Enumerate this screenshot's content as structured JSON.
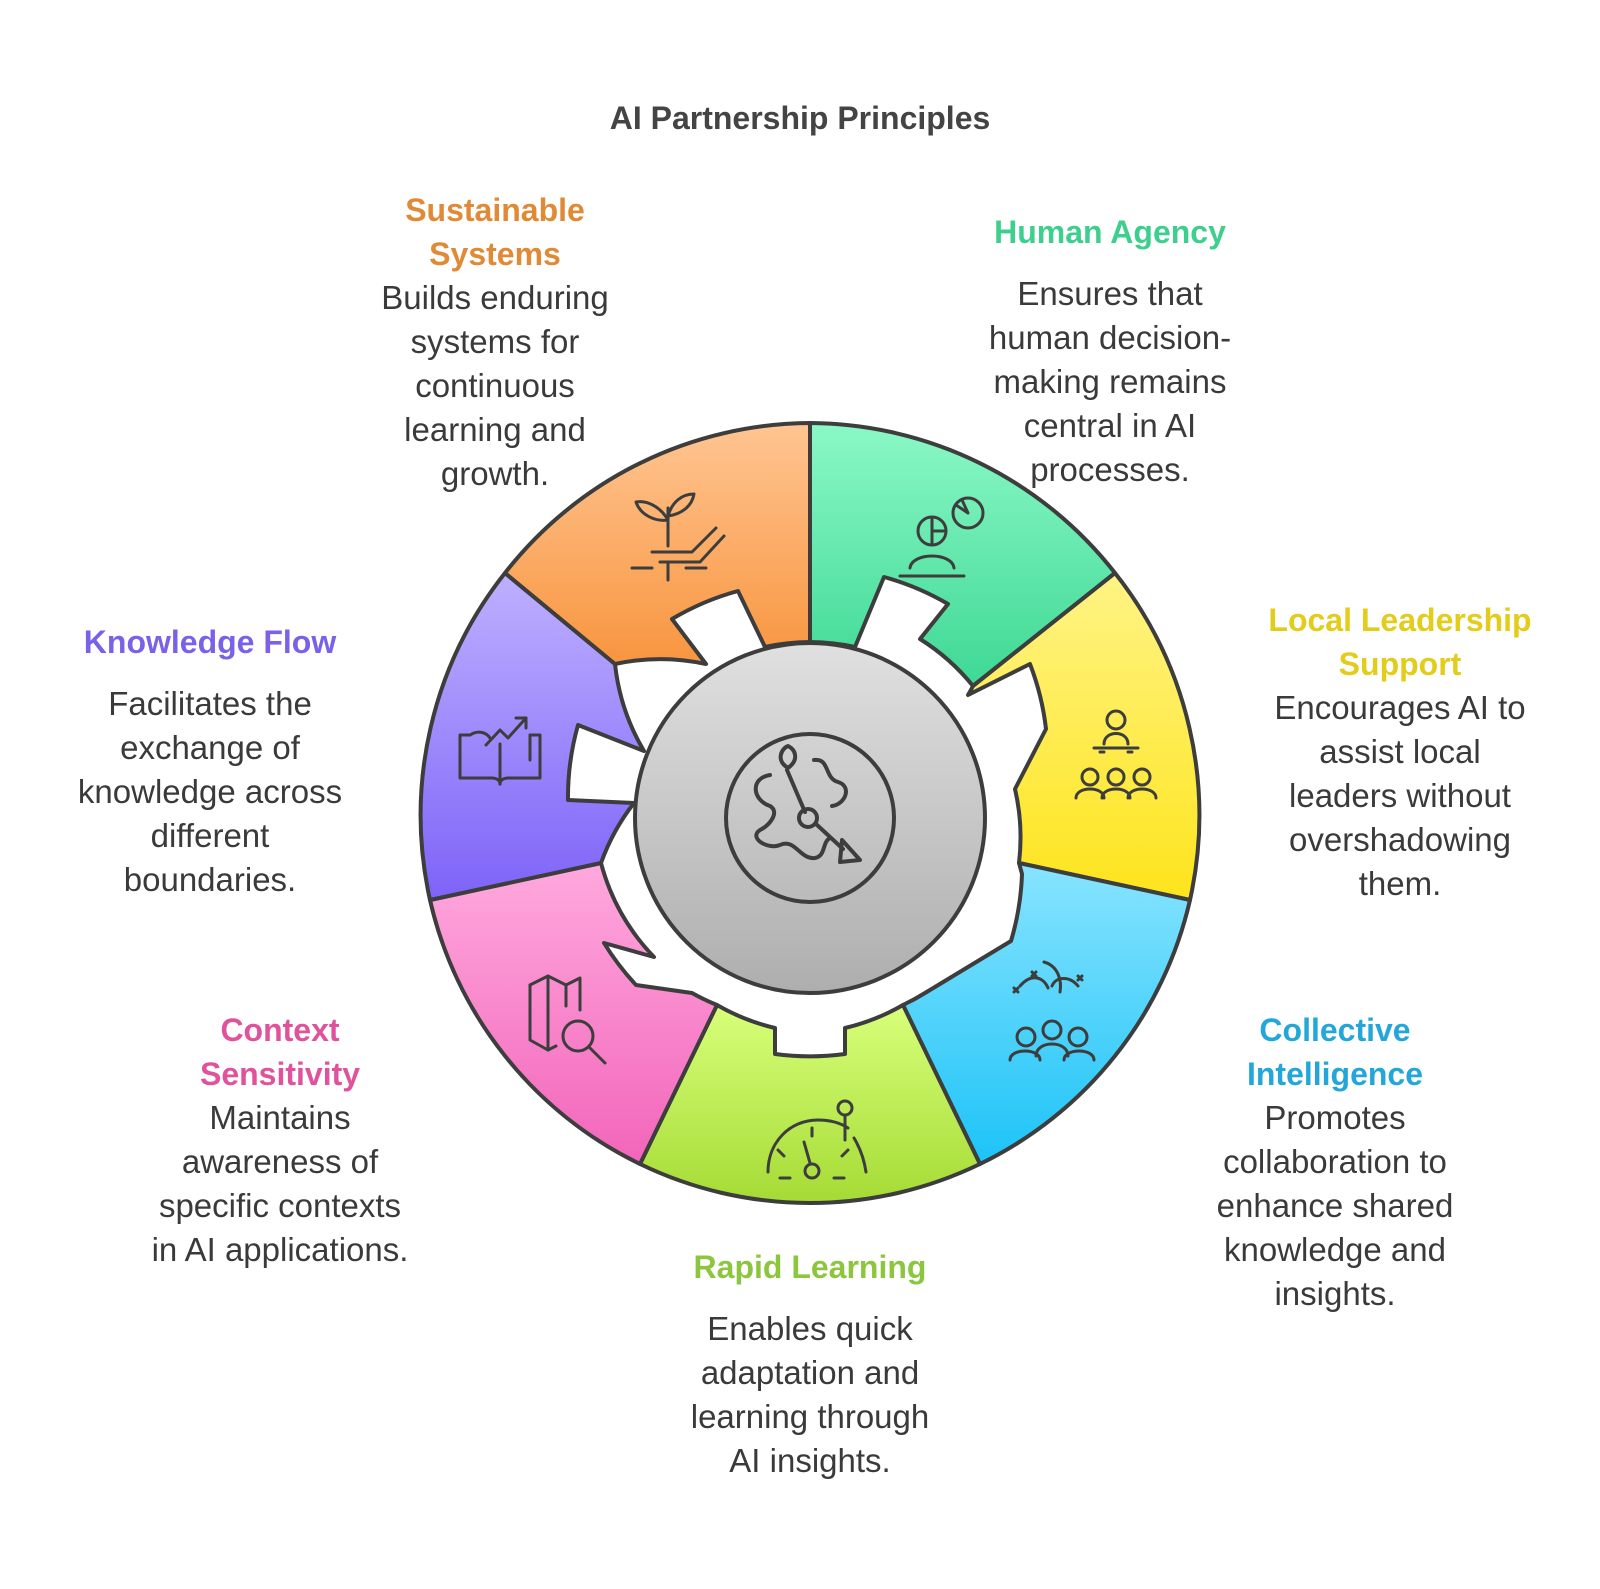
{
  "title": "AI Partnership Principles",
  "principles": [
    {
      "heading": [
        "Human Agency"
      ],
      "description": [
        "Ensures that",
        "human decision-",
        "making remains",
        "central in AI",
        "processes."
      ],
      "color": "#3ECF8E",
      "icon": "person-decision-icon"
    },
    {
      "heading": [
        "Local Leadership",
        "Support"
      ],
      "description": [
        "Encourages AI to",
        "assist local",
        "leaders without",
        "overshadowing",
        "them."
      ],
      "color": "#E3CC1A",
      "icon": "leader-group-icon"
    },
    {
      "heading": [
        "Collective",
        "Intelligence"
      ],
      "description": [
        "Promotes",
        "collaboration to",
        "enhance shared",
        "knowledge and",
        "insights."
      ],
      "color": "#22A7D8",
      "icon": "team-ideas-icon"
    },
    {
      "heading": [
        "Rapid Learning"
      ],
      "description": [
        "Enables quick",
        "adaptation and",
        "learning through",
        "AI insights."
      ],
      "color": "#8CC63F",
      "icon": "speedometer-icon"
    },
    {
      "heading": [
        "Context",
        "Sensitivity"
      ],
      "description": [
        "Maintains",
        "awareness of",
        "specific contexts",
        "in AI applications."
      ],
      "color": "#E0529C",
      "icon": "map-search-icon"
    },
    {
      "heading": [
        "Knowledge Flow"
      ],
      "description": [
        "Facilitates the",
        "exchange of",
        "knowledge across",
        "different",
        "boundaries."
      ],
      "color": "#7B61E8",
      "icon": "open-book-growth-icon"
    },
    {
      "heading": [
        "Sustainable",
        "Systems"
      ],
      "description": [
        "Builds enduring",
        "systems for",
        "continuous",
        "learning and",
        "growth."
      ],
      "color": "#E08A35",
      "icon": "hand-plant-icon"
    }
  ]
}
